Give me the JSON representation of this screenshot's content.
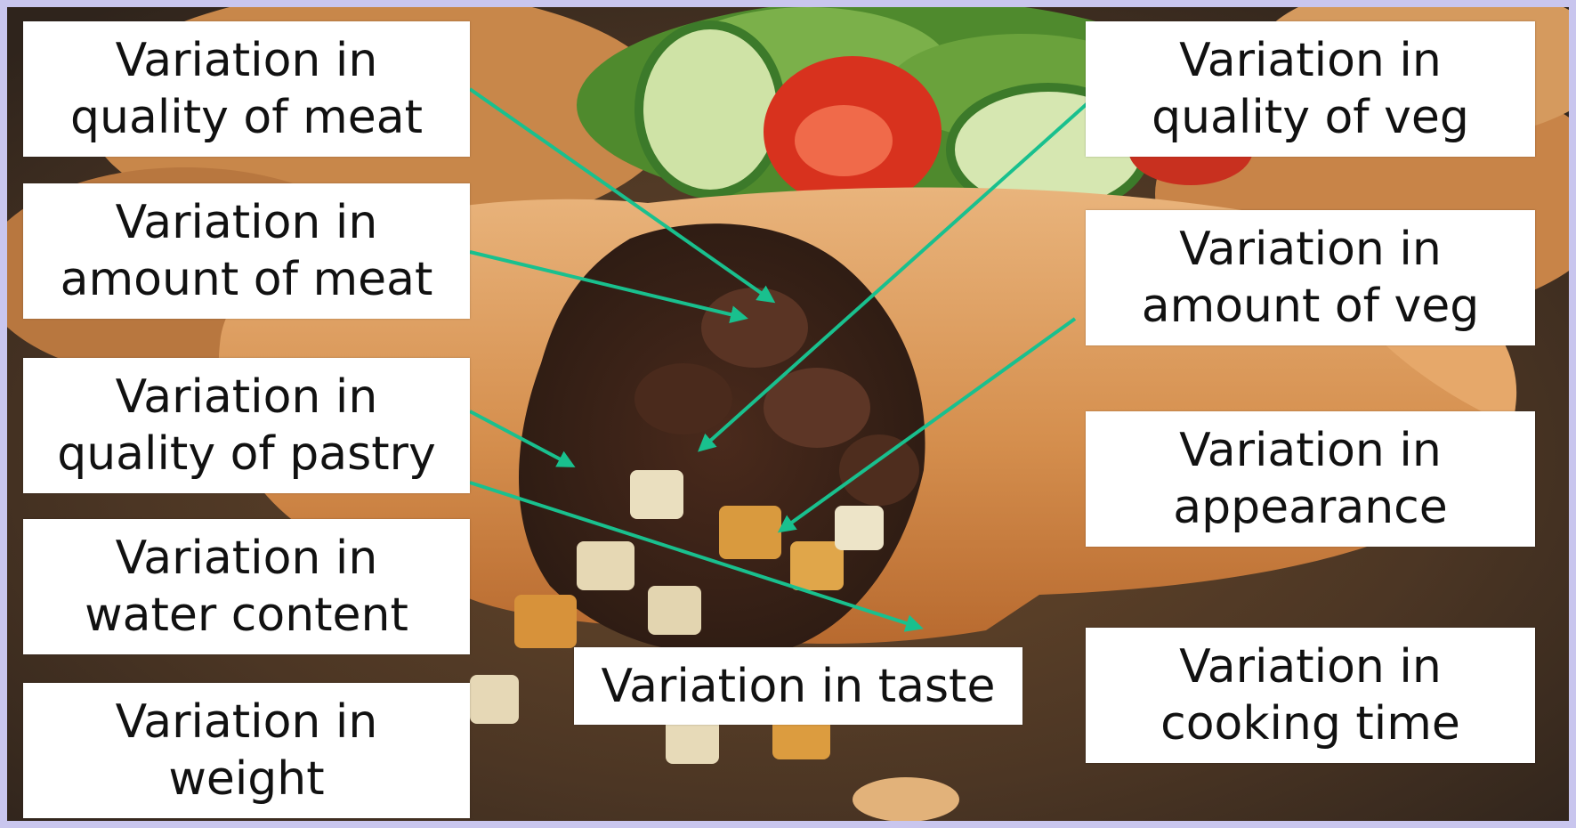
{
  "colors": {
    "frame": "#c9c6ee",
    "arrow": "#19c08e",
    "label_bg": "#ffffff",
    "label_text": "#111111"
  },
  "labels": {
    "quality_meat": [
      "Variation in",
      "quality of meat"
    ],
    "amount_meat": [
      "Variation in",
      "amount of meat"
    ],
    "quality_pastry": [
      "Variation in",
      "quality of pastry"
    ],
    "water_content": [
      "Variation in",
      "water content"
    ],
    "weight": [
      "Variation in",
      "weight"
    ],
    "taste": [
      "Variation in taste"
    ],
    "quality_veg": [
      "Variation in",
      "quality of veg"
    ],
    "amount_veg": [
      "Variation in",
      "amount of veg"
    ],
    "appearance": [
      "Variation in",
      "appearance"
    ],
    "cooking_time": [
      "Variation in",
      "cooking time"
    ]
  }
}
